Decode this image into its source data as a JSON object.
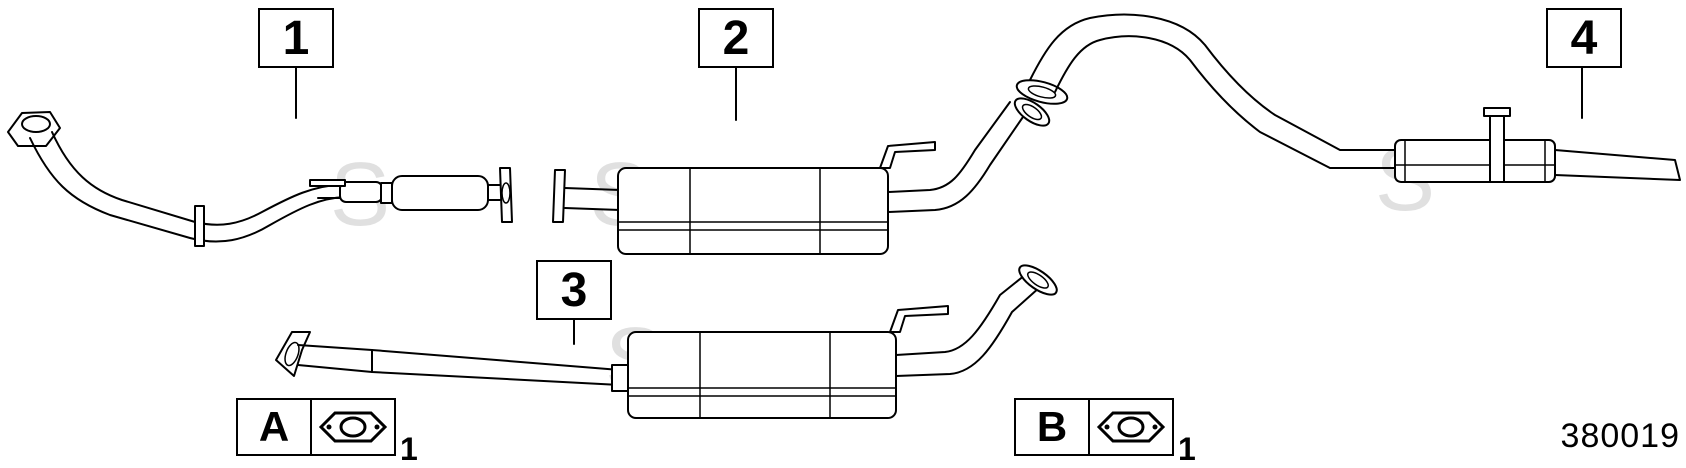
{
  "callouts": {
    "part1": "1",
    "part2": "2",
    "part3": "3",
    "part4": "4"
  },
  "legend": {
    "a": {
      "letter": "A",
      "icon": "gasket-icon",
      "qty": "1"
    },
    "b": {
      "letter": "B",
      "icon": "gasket-icon",
      "qty": "1"
    }
  },
  "drawing_number": "380019",
  "colors": {
    "line": "#000000",
    "background": "#ffffff",
    "watermark": "#d9d9d9"
  }
}
